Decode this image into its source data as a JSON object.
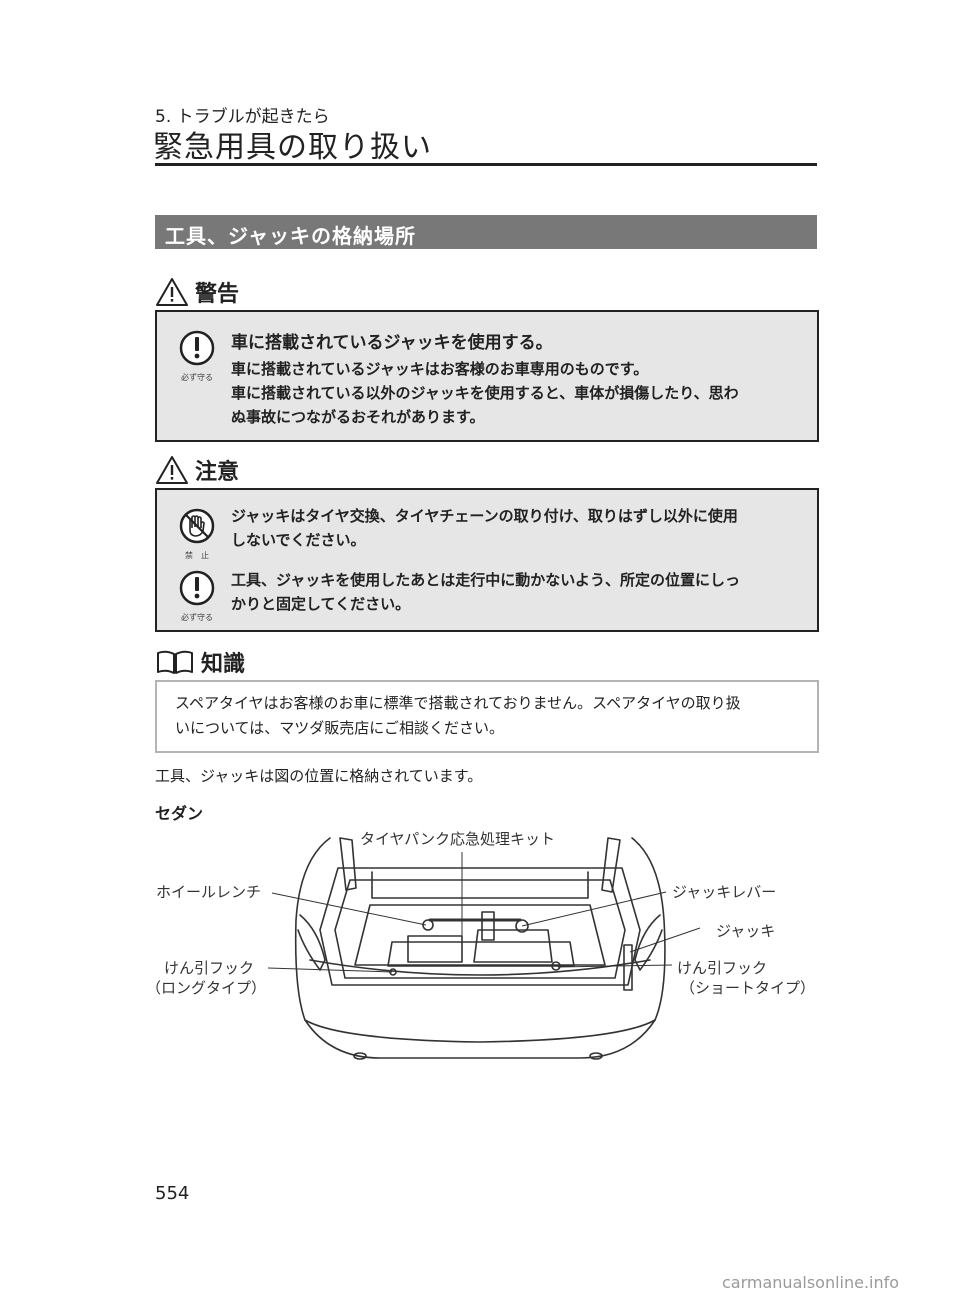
{
  "header": {
    "chapter": "5. トラブルが起きたら",
    "title": "緊急用具の取り扱い"
  },
  "section": {
    "title": "工具、ジャッキの格納場所"
  },
  "warning": {
    "label": "警告",
    "icon_caption": "必ず守る",
    "heading": "車に搭載されているジャッキを使用する。",
    "lines": [
      "車に搭載されているジャッキはお客様のお車専用のものです。",
      "車に搭載されている以外のジャッキを使用すると、車体が損傷したり、思わ",
      "ぬ事故につながるおそれがあります。"
    ]
  },
  "caution": {
    "label": "注意",
    "items": [
      {
        "icon": "prohibit-hand-icon",
        "icon_caption": "禁　止",
        "lines": [
          "ジャッキはタイヤ交換、タイヤチェーンの取り付け、取りはずし以外に使用",
          "しないでください。"
        ]
      },
      {
        "icon": "exclamation-icon",
        "icon_caption": "必ず守る",
        "lines": [
          "工具、ジャッキを使用したあとは走行中に動かないよう、所定の位置にしっ",
          "かりと固定してください。"
        ]
      }
    ]
  },
  "knowledge": {
    "label": "知識",
    "lines": [
      "スペアタイヤはお客様のお車に標準で搭載されておりません。スペアタイヤの取り扱",
      "いについては、マツダ販売店にご相談ください。"
    ]
  },
  "body": {
    "text": "工具、ジャッキは図の位置に格納されています。",
    "subheading": "セダン"
  },
  "figure": {
    "labels": {
      "puncture_kit": "タイヤパンク応急処理キット",
      "wheel_wrench": "ホイールレンチ",
      "jack_lever": "ジャッキレバー",
      "jack": "ジャッキ",
      "tow_hook_long_1": "けん引フック",
      "tow_hook_long_2": "（ロングタイプ）",
      "tow_hook_short_1": "けん引フック",
      "tow_hook_short_2": "（ショートタイプ）"
    }
  },
  "footer": {
    "page_number": "554",
    "watermark": "carmanualsonline.info"
  }
}
